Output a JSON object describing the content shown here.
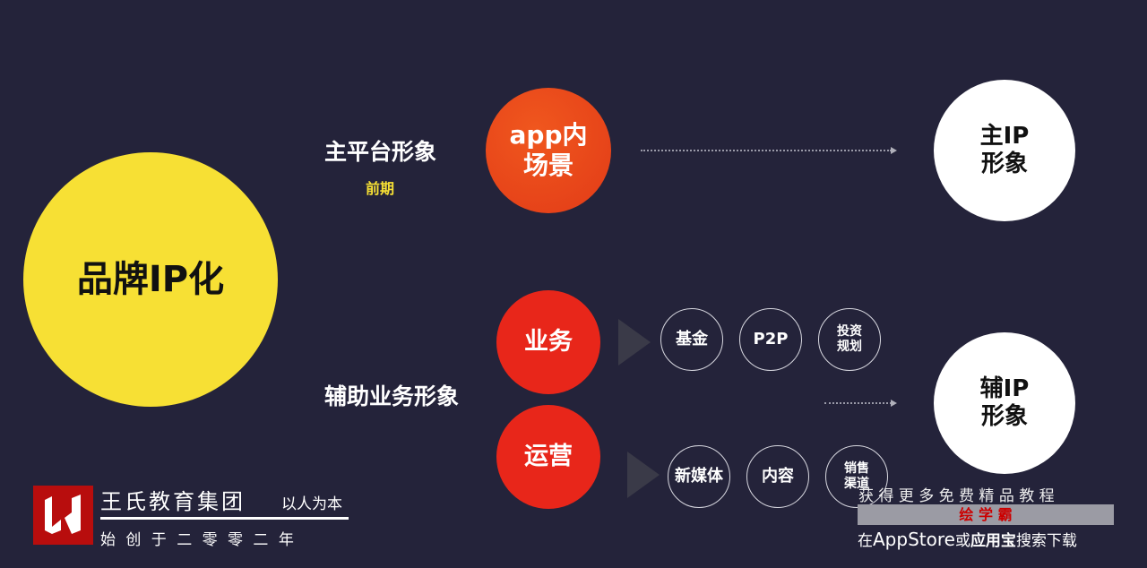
{
  "colors": {
    "background": "#24233a",
    "yellow": "#f7e034",
    "orange": "#e8481c",
    "red": "#e8261a"
  },
  "main_circle": "品牌IP化",
  "top": {
    "label": "主平台形象",
    "sub": "前期",
    "circle": [
      "app内",
      "场景"
    ],
    "target": [
      "主IP",
      "形象"
    ]
  },
  "bottom": {
    "label": "辅助业务形象",
    "business": "业务",
    "operation": "运营",
    "business_items": [
      "基金",
      "P2P",
      [
        "投资",
        "规划"
      ]
    ],
    "operation_items": [
      "新媒体",
      "内容",
      [
        "销售",
        "渠道"
      ]
    ],
    "target": [
      "辅IP",
      "形象"
    ]
  },
  "logo": {
    "name": "王氏教育集团",
    "motto": "以人为本",
    "since": "始 创 于 二 零 零 二 年"
  },
  "watermark": {
    "line1": "获 得 更 多 免 费 精 品 教 程",
    "brand": "绘 学 霸",
    "line3_pre": "在",
    "line3_app": "AppStore",
    "line3_or": "或",
    "line3_yyb": "应用宝",
    "line3_post": "搜索下载"
  }
}
